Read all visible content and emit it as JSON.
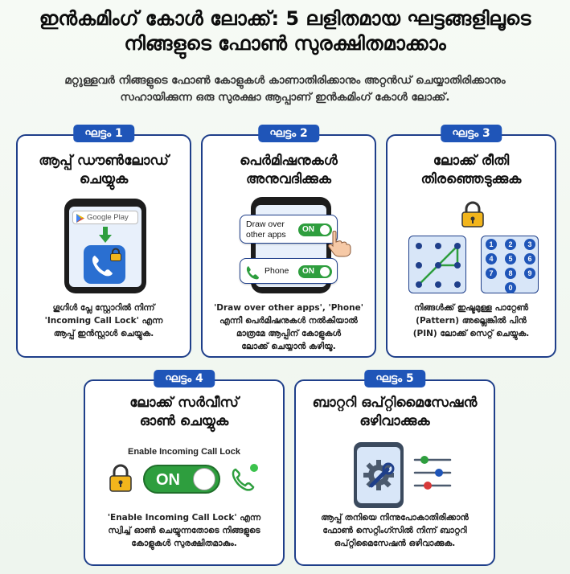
{
  "header": {
    "title_line1": "ഇൻകമിംഗ് കോൾ ലോക്ക്: 5 ലളിതമായ ഘട്ടങ്ങളിലൂടെ",
    "title_line2": "നിങ്ങളുടെ ഫോൺ സുരക്ഷിതമാക്കാം",
    "subtitle_line1": "മറ്റുള്ളവർ നിങ്ങളുടെ ഫോൺ കോളുകൾ കാണാതിരിക്കാനും അറ്റൻഡ് ചെയ്യാതിരിക്കാനും",
    "subtitle_line2": "സഹായിക്കുന്ന ഒരു സുരക്ഷാ ആപ്പാണ് ഇൻകമിംഗ് കോൾ ലോക്ക്."
  },
  "steps": [
    {
      "badge": "ഘട്ടം 1",
      "title_line1": "ആപ്പ് ഡൗൺലോഡ്",
      "title_line2": "ചെയ്യുക",
      "store_label": "Google Play",
      "desc_line1": "ഗൂഗിൾ പ്ലേ സ്റ്റോറിൽ നിന്ന്",
      "desc_line2": "'Incoming Call Lock' എന്ന",
      "desc_line3": "ആപ്പ് ഇൻസ്റ്റാൾ ചെയ്യുക."
    },
    {
      "badge": "ഘട്ടം 2",
      "title_line1": "പെർമിഷനുകൾ",
      "title_line2": "അനുവദിക്കുക",
      "perm1_line1": "Draw over",
      "perm1_line2": "other apps",
      "perm2": "Phone",
      "toggle_text": "ON",
      "desc_line1": "'Draw over other apps', 'Phone'",
      "desc_line2": "എന്നീ പെർമിഷനുകൾ നൽകിയാൽ",
      "desc_line3": "മാത്രമേ ആപ്പിന് കോളുകൾ",
      "desc_line4": "ലോക്ക് ചെയ്യാൻ കഴിയൂ."
    },
    {
      "badge": "ഘട്ടം 3",
      "title_line1": "ലോക്ക് രീതി",
      "title_line2": "തിരഞ്ഞെടുക്കുക",
      "keypad": [
        "1",
        "2",
        "3",
        "4",
        "5",
        "6",
        "7",
        "8",
        "9",
        "0"
      ],
      "desc_line1": "നിങ്ങൾക്ക് ഇഷ്ടമുള്ള പാറ്റേൺ",
      "desc_line2": "(Pattern) അല്ലെങ്കിൽ പിൻ",
      "desc_line3": "(PIN) ലോക്ക് സെറ്റ് ചെയ്യുക."
    },
    {
      "badge": "ഘട്ടം 4",
      "title_line1": "ലോക്ക് സർവീസ്",
      "title_line2": "ഓൺ ചെയ്യുക",
      "switch_label": "Enable Incoming Call Lock",
      "toggle_text": "ON",
      "desc_line1": "'Enable Incoming Call Lock' എന്ന",
      "desc_line2": "സ്വിച്ച് ഓൺ ചെയ്യുന്നതോടെ നിങ്ങളുടെ",
      "desc_line3": "കോളുകൾ സുരക്ഷിതമാകും."
    },
    {
      "badge": "ഘട്ടം 5",
      "title_line1": "ബാറ്ററി ഒപ്റ്റിമൈസേഷൻ",
      "title_line2": "ഒഴിവാക്കുക",
      "desc_line1": "ആപ്പ് തനിയെ നിന്നുപോകാതിരിക്കാൻ",
      "desc_line2": "ഫോൺ സെറ്റിംഗ്സിൽ നിന്ന് ബാറ്ററി",
      "desc_line3": "ഒപ്റ്റിമൈസേഷൻ ഒഴിവാക്കുക."
    }
  ],
  "colors": {
    "card_border": "#1f3f8a",
    "badge": "#1f55b8",
    "toggle_on": "#2e9e3e",
    "lock": "#f2b51c"
  }
}
